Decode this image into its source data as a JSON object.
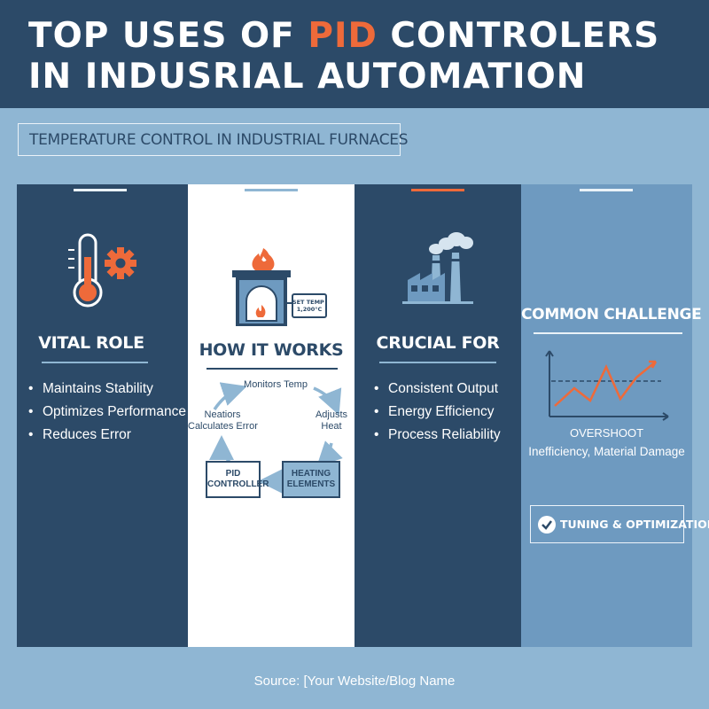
{
  "header": {
    "title_part1": "TOP USES OF ",
    "title_accent": "PID",
    "title_part2": " CONTROLERS",
    "title_line2": "IN INDUSRIAL AUTOMATION"
  },
  "subtitle": "TEMPERATURE CONTROL IN INDUSTRIAL FURNACES",
  "panels": {
    "vital_role": {
      "heading": "VITAL ROLE",
      "bullets": [
        "Maintains Stability",
        "Optimizes Performance",
        "Reduces Error"
      ],
      "icon": "thermometer-gear-icon"
    },
    "how_it_works": {
      "heading": "HOW IT WORKS",
      "icon": "furnace-icon",
      "display_text": "SET TEMP 1,200°C",
      "cycle": {
        "monitors": "Monitors Temp",
        "adjusts_line1": "Adjusts",
        "adjusts_line2": "Heat",
        "calc_line1": "Neatiors",
        "calc_line2": "Calculates Error",
        "pid_line1": "PID",
        "pid_line2": "CONTROLLER",
        "heating_line1": "HEATING",
        "heating_line2": "ELEMENTS"
      }
    },
    "crucial_for": {
      "heading": "CRUCIAL FOR",
      "bullets": [
        "Consistent Output",
        "Energy Efficiency",
        "Process Reliability"
      ],
      "icon": "factory-icon"
    },
    "common_challenge": {
      "heading": "COMMON CHALLENGE",
      "icon": "overshoot-chart-icon",
      "label": "OVERSHOOT",
      "detail": "Inefficiency, Material Damage",
      "badge": "TUNING & OPTIMIZATION"
    }
  },
  "source": "Source: [Your Website/Blog Name",
  "colors": {
    "navy": "#2c4a68",
    "accent": "#ee6a3a",
    "light_blue": "#8fb6d3",
    "mid_blue": "#6e9ac0"
  }
}
